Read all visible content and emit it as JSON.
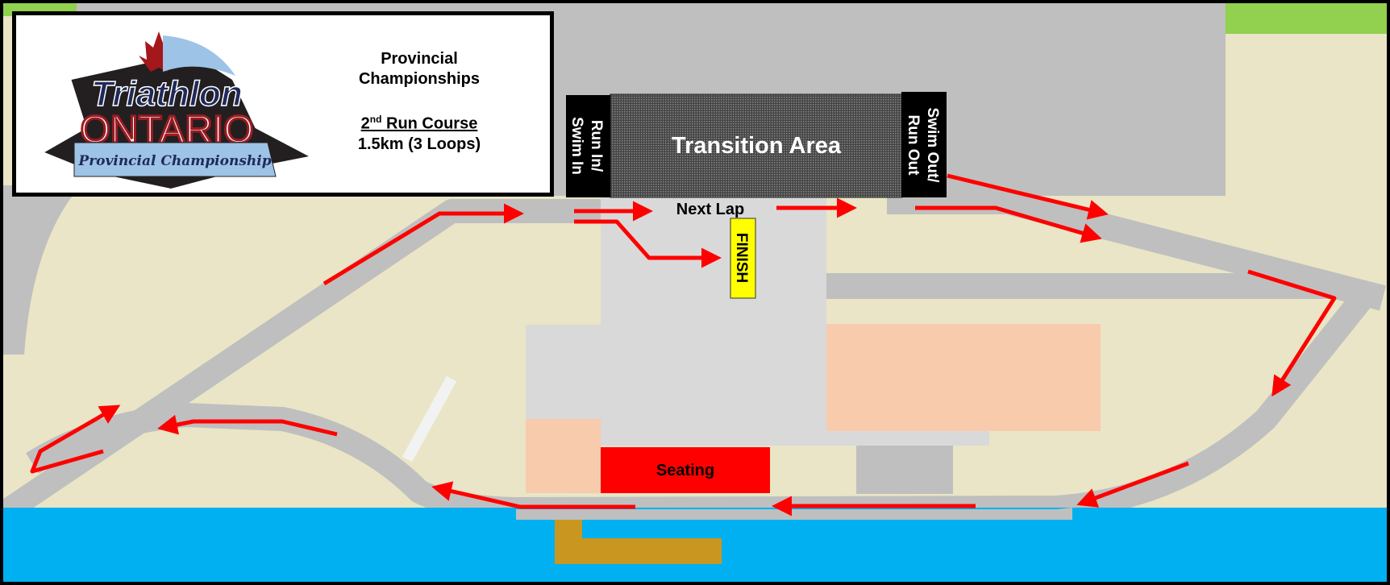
{
  "title_box": {
    "logo": {
      "word1": "Triathlon",
      "word2": "ONTARIO",
      "banner": "Provincial Championship"
    },
    "line1": "Provincial",
    "line2": "Championships",
    "course_num": "2",
    "course_sup": "nd",
    "course_rest": " Run Course",
    "distance": "1.5km (3 Loops)"
  },
  "labels": {
    "transition": "Transition Area",
    "run_in_1": "Run In/",
    "run_in_2": "Swim In",
    "swim_out_1": "Swim Out/",
    "swim_out_2": "Run Out",
    "next_lap": "Next Lap",
    "finish": "FINISH",
    "seating": "Seating"
  },
  "colors": {
    "land": "#e9e5c6",
    "road": "#bfbfbf",
    "plaza": "#d9d9d9",
    "water": "#00b0f0",
    "grass": "#92d050",
    "building": "#f8cbad",
    "seating": "#ff0000",
    "route": "#ff0000",
    "finish": "#ffff00",
    "pier": "#c9971f"
  }
}
